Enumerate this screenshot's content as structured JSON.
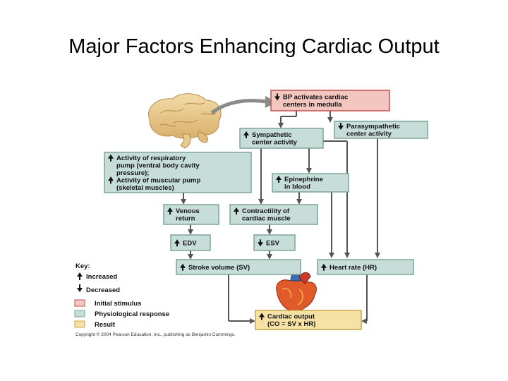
{
  "slide": {
    "title": "Major Factors Enhancing Cardiac Output"
  },
  "colors": {
    "initial_stimulus": "#f4c6c0",
    "initial_stimulus_border": "#c0504d",
    "physiological_response": "#c7ddd8",
    "physiological_response_border": "#7fa39b",
    "result": "#f7e2a6",
    "result_border": "#c9a44a",
    "arrow": "#555555"
  },
  "boxes": {
    "bp_medulla": {
      "arrow": "down",
      "lines": [
        "BP activates cardiac",
        "centers in medulla"
      ]
    },
    "parasympathetic": {
      "arrow": "down",
      "lines": [
        "Parasympathetic",
        "center activity"
      ]
    },
    "sympathetic": {
      "arrow": "up",
      "lines": [
        "Sympathetic",
        "center activity"
      ]
    },
    "respiratory": {
      "arrow": "up",
      "lines": [
        "Activity of respiratory",
        "pump (ventral body cavity",
        "pressure);",
        "Activity of muscular pump",
        "(skeletal muscles)"
      ]
    },
    "epinephrine": {
      "arrow": "up",
      "lines": [
        "Epinephrine",
        "in blood"
      ]
    },
    "venous": {
      "arrow": "up",
      "lines": [
        "Venous",
        "return"
      ]
    },
    "contractility": {
      "arrow": "up",
      "lines": [
        "Contractility of",
        "cardiac muscle"
      ]
    },
    "edv": {
      "arrow": "up",
      "lines": [
        "EDV"
      ]
    },
    "esv": {
      "arrow": "down",
      "lines": [
        "ESV"
      ]
    },
    "stroke_volume": {
      "arrow": "up",
      "lines": [
        "Stroke volume (SV)"
      ]
    },
    "heart_rate": {
      "arrow": "up",
      "lines": [
        "Heart rate (HR)"
      ]
    },
    "cardiac_output": {
      "arrow": "up",
      "lines": [
        "Cardiac output",
        "(CO = SV x HR)"
      ]
    }
  },
  "key": {
    "title": "Key:",
    "increased": "Increased",
    "decreased": "Decreased",
    "initial_stimulus": "Initial stimulus",
    "physiological_response": "Physiological response",
    "result": "Result"
  },
  "icons": {
    "brain": "brain-illustration",
    "heart": "heart-illustration"
  },
  "copyright": "Copyright © 2004 Pearson Education, Inc., publishing as Benjamin Cummings."
}
